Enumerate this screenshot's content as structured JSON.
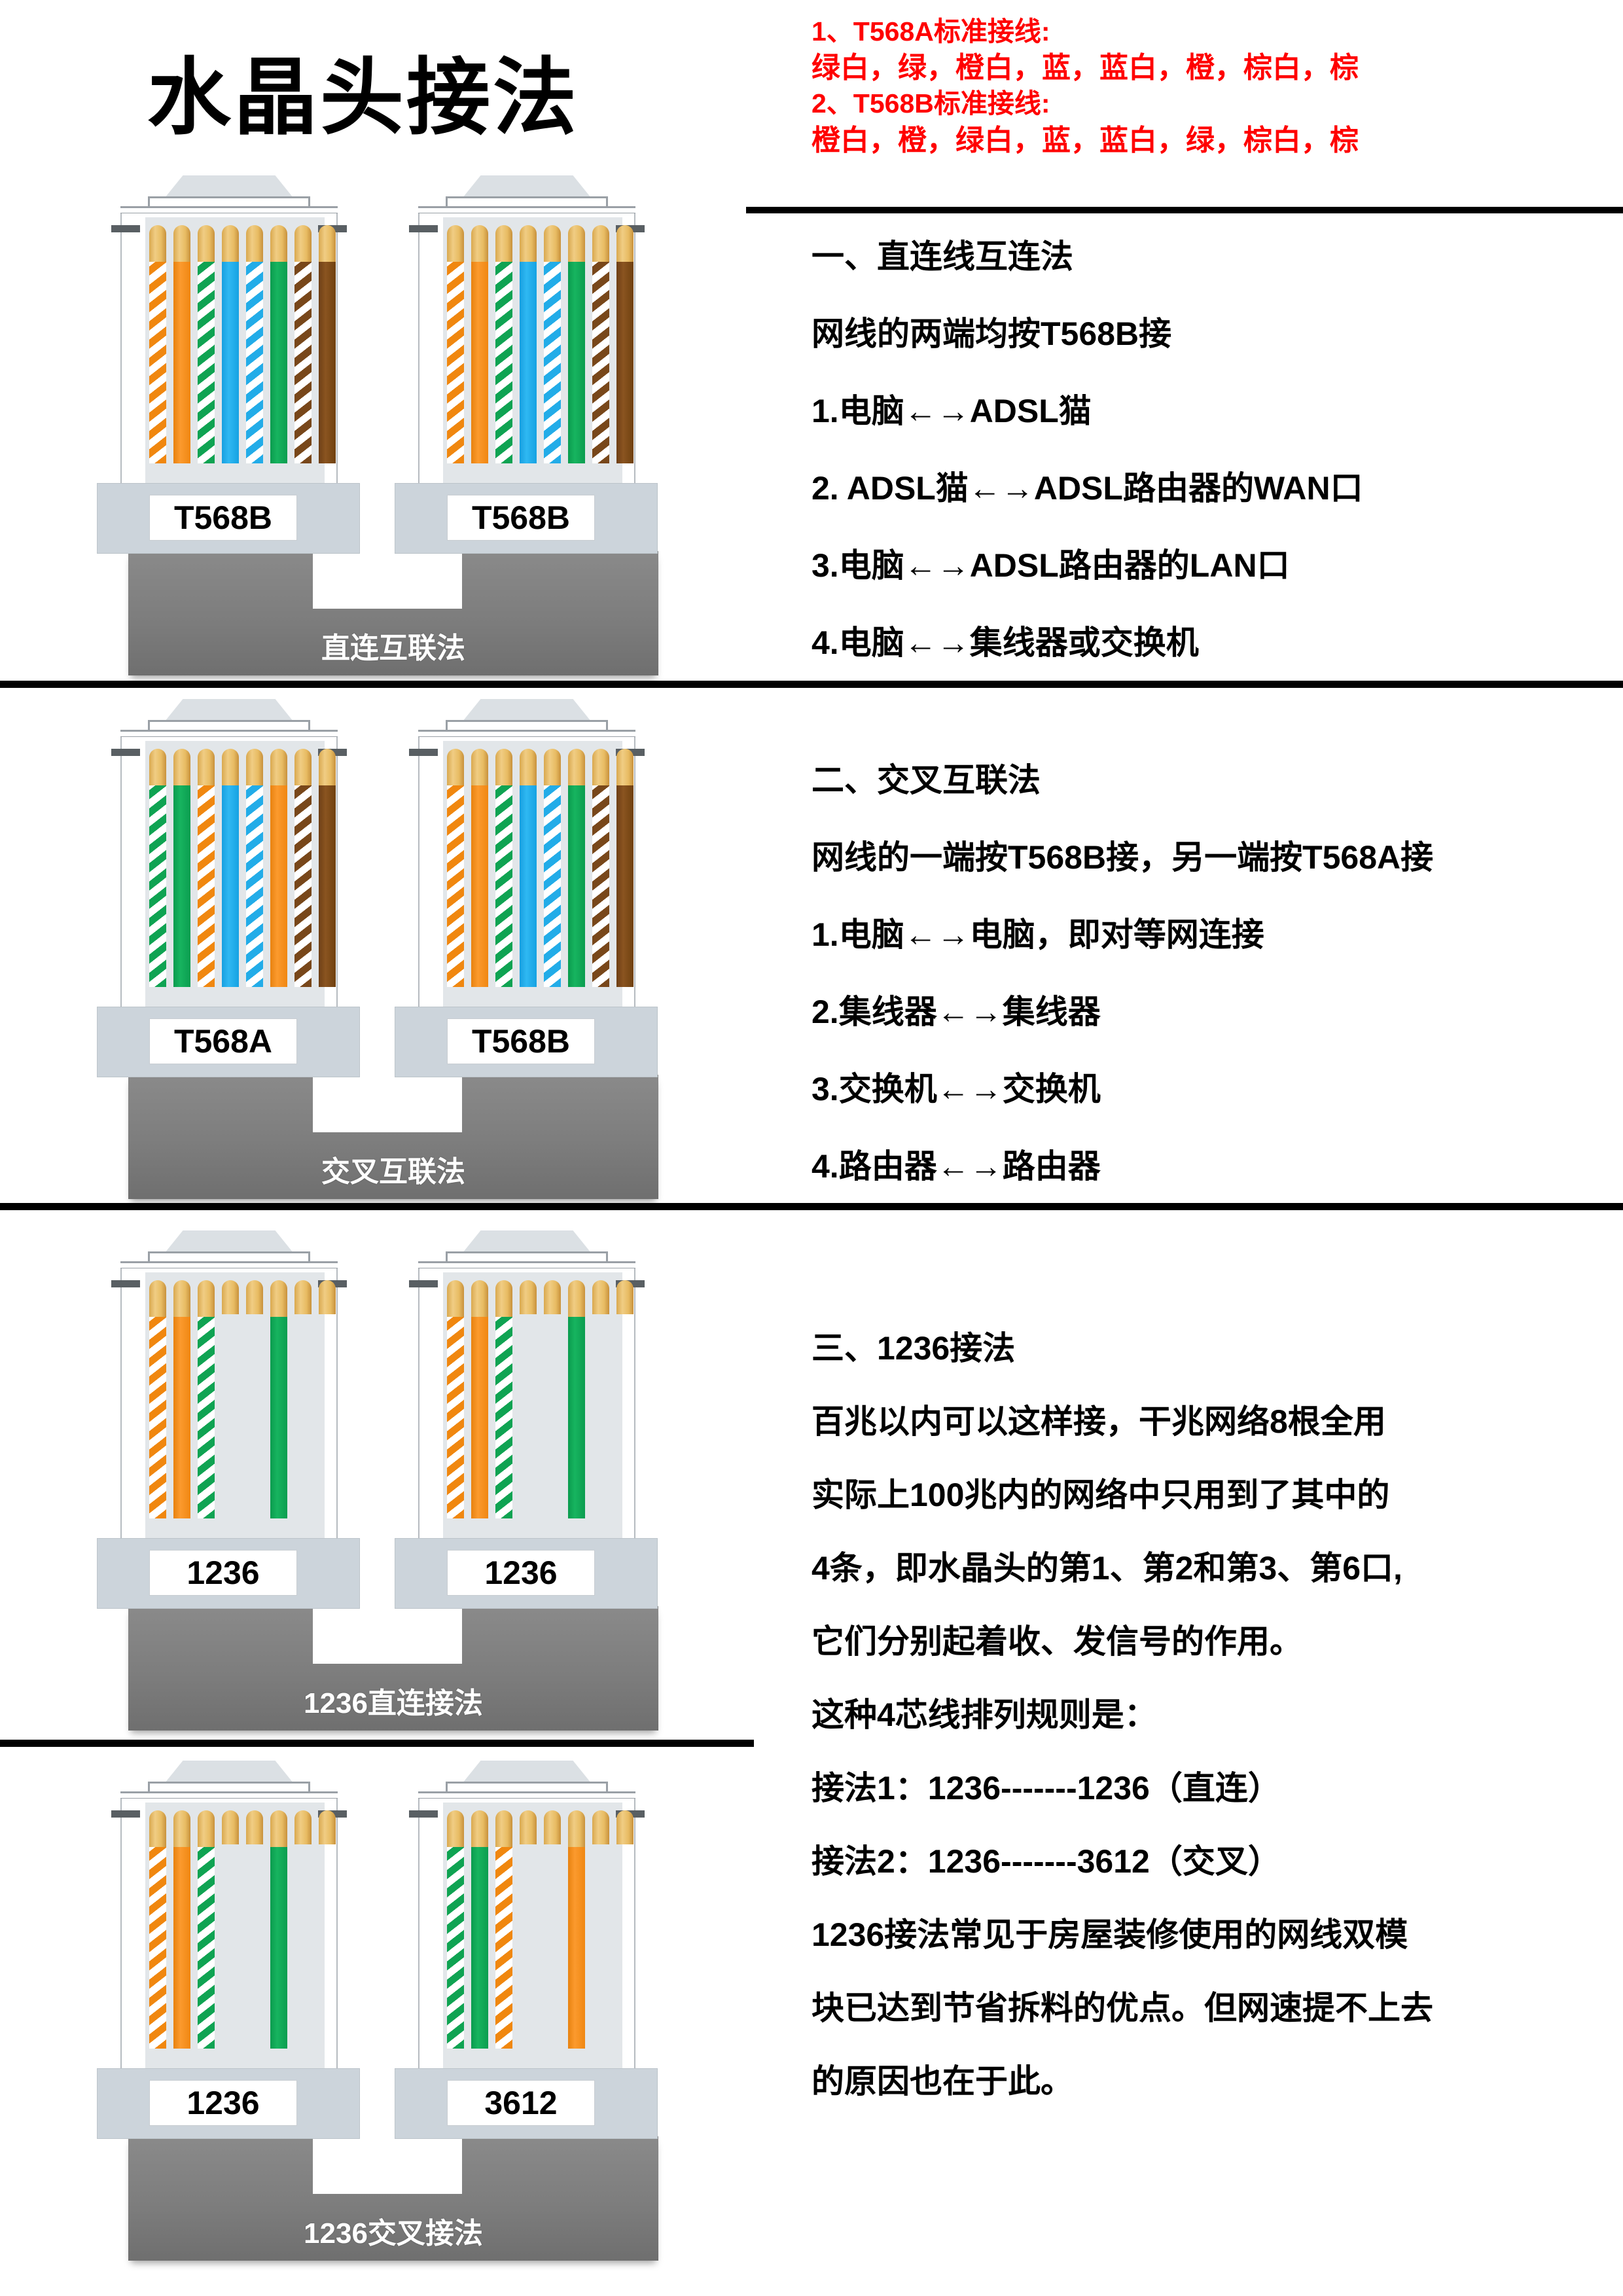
{
  "title": "水晶头接法",
  "standards": {
    "a_title": "1、T568A标准接线:",
    "a_colors": "绿白，绿，橙白，蓝，蓝白，橙，棕白，棕",
    "b_title": "2、T568B标准接线:",
    "b_colors": "橙白，橙，绿白，蓝，蓝白，绿，棕白，棕"
  },
  "sections": [
    {
      "heading": "一、直连线互连法",
      "lines": [
        "网线的两端均按T568B接",
        "1.电脑←→ADSL猫",
        "2. ADSL猫←→ADSL路由器的WAN口",
        "3.电脑←→ADSL路由器的LAN口",
        "4.电脑←→集线器或交换机"
      ],
      "cable_label": "直连互联法",
      "left_plug_label": "T568B",
      "right_plug_label": "T568B"
    },
    {
      "heading": "二、交叉互联法",
      "lines": [
        "网线的一端按T568B接，另一端按T568A接",
        "1.电脑←→电脑，即对等网连接",
        "2.集线器←→集线器",
        "3.交换机←→交换机",
        "4.路由器←→路由器"
      ],
      "cable_label": "交叉互联法",
      "left_plug_label": "T568A",
      "right_plug_label": "T568B"
    },
    {
      "heading": "三、1236接法",
      "lines": [
        "百兆以内可以这样接，干兆网络8根全用",
        "实际上100兆内的网络中只用到了其中的",
        "4条，即水晶头的第1、第2和第3、第6口,",
        "它们分别起着收、发信号的作用。",
        "这种4芯线排列规则是：",
        "接法1：1236-------1236（直连）",
        "接法2：1236-------3612（交叉）",
        "1236接法常见于房屋装修使用的网线双模",
        "块已达到节省拆料的优点。但网速提不上去",
        "的原因也在于此。"
      ],
      "cable_label": "1236直连接法",
      "left_plug_label": "1236",
      "right_plug_label": "1236"
    },
    {
      "cable_label": "1236交叉接法",
      "left_plug_label": "1236",
      "right_plug_label": "3612"
    }
  ],
  "wiring": {
    "t568b": [
      "stripe-orange",
      "solid-orange",
      "stripe-green",
      "solid-blue",
      "stripe-blue",
      "solid-green",
      "stripe-brown",
      "solid-brown"
    ],
    "t568a": [
      "stripe-green",
      "solid-green",
      "stripe-orange",
      "solid-blue",
      "stripe-blue",
      "solid-orange",
      "stripe-brown",
      "solid-brown"
    ],
    "p1236": [
      "stripe-orange",
      "solid-orange",
      "stripe-green",
      null,
      null,
      "solid-green",
      null,
      null
    ],
    "p3612": [
      "stripe-green",
      "solid-green",
      "stripe-orange",
      null,
      null,
      "solid-orange",
      null,
      null
    ]
  },
  "colors": {
    "accent_red": "#ff0000",
    "cable_grey": "#7d7d7d",
    "ferrule_grey": "#ccd4db",
    "pin_gold": "#e8bc63"
  }
}
